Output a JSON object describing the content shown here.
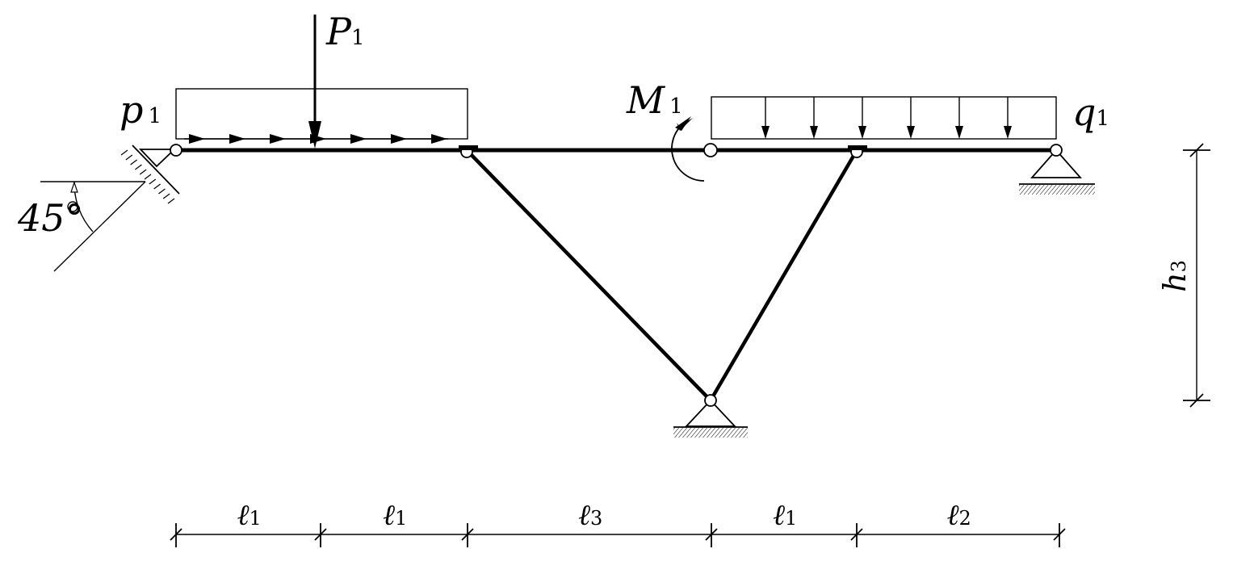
{
  "labels": {
    "P1": {
      "main": "P",
      "sub": "1"
    },
    "p1": {
      "main": "p",
      "sub": "1"
    },
    "M1": {
      "main": "M",
      "sub": "1"
    },
    "q1": {
      "main": "q",
      "sub": "1"
    },
    "h3": {
      "main": "h",
      "sub": "3"
    },
    "angle": "45°"
  },
  "dimensions": [
    {
      "main": "ℓ",
      "sub": "1"
    },
    {
      "main": "ℓ",
      "sub": "1"
    },
    {
      "main": "ℓ",
      "sub": "3"
    },
    {
      "main": "ℓ",
      "sub": "1"
    },
    {
      "main": "ℓ",
      "sub": "2"
    }
  ]
}
